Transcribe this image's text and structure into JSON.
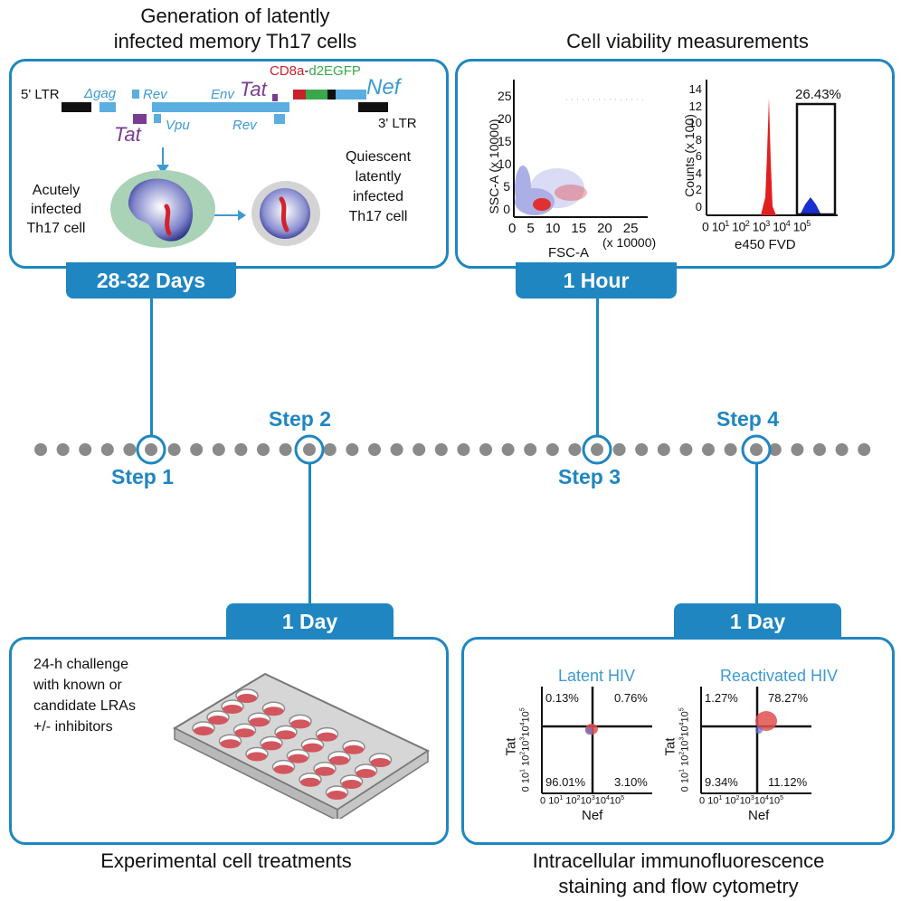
{
  "titles": {
    "generation_line1": "Generation of latently",
    "generation_line2": "infected memory Th17 cells",
    "viability": "Cell viability measurements",
    "treatments": "Experimental cell treatments",
    "staining_line1": "Intracellular immunofluorescence",
    "staining_line2": "staining and flow cytometry"
  },
  "durations": {
    "step1": "28-32 Days",
    "step3": "1 Hour",
    "step2": "1 Day",
    "step4": "1 Day"
  },
  "steps": {
    "s1": "Step 1",
    "s2": "Step 2",
    "s3": "Step 3",
    "s4": "Step 4"
  },
  "genome": {
    "ltr5": "5' LTR",
    "ltr3": "3' LTR",
    "gag": "Δgag",
    "rev1": "Rev",
    "env": "Env",
    "tat_top": "Tat",
    "cd8a": "CD8a",
    "dash": "-",
    "egfp": "d2EGFP",
    "nef": "Nef",
    "tat_bottom": "Tat",
    "vpu": "Vpu",
    "rev2": "Rev",
    "colors": {
      "gene": "#5aaee0",
      "tat": "#7a3b93",
      "cd8": "#c8202a",
      "gfp": "#3aa84a",
      "ltr": "#111111"
    }
  },
  "cells": {
    "acute_l1": "Acutely",
    "acute_l2": "infected",
    "acute_l3": "Th17 cell",
    "q_l1": "Quiescent",
    "q_l2": "latently",
    "q_l3": "infected",
    "q_l4": "Th17 cell"
  },
  "viability_plots": {
    "scatter": {
      "ylabel": "SSC-A",
      "yunit": "(x 10000)",
      "xlabel": "FSC-A",
      "xunit": "(x 10000)",
      "yticks": [
        "0",
        "5",
        "10",
        "15",
        "20",
        "25"
      ],
      "xticks": [
        "0",
        "5",
        "10",
        "15",
        "20",
        "25"
      ]
    },
    "histogram": {
      "ylabel": "Counts",
      "yunit": "(x 100)",
      "xlabel": "e450 FVD",
      "yticks": [
        "0",
        "2",
        "4",
        "6",
        "8",
        "10",
        "12",
        "14"
      ],
      "xticks": [
        "0",
        "10",
        "10",
        "10",
        "10",
        "10"
      ],
      "xexp": [
        "",
        "1",
        "2",
        "3",
        "4",
        "5"
      ],
      "gate_pct": "26.43%"
    }
  },
  "treatment_text": {
    "l1": "24-h challenge",
    "l2": "with known or",
    "l3": "candidate LRAs",
    "l4": "+/- inhibitors"
  },
  "flow": {
    "latent": {
      "title": "Latent HIV",
      "ul": "0.13%",
      "ur": "0.76%",
      "ll": "96.01%",
      "lr": "3.10%"
    },
    "reactivated": {
      "title": "Reactivated HIV",
      "ul": "1.27%",
      "ur": "78.27%",
      "ll": "9.34%",
      "lr": "11.12%"
    },
    "xlabel": "Nef",
    "ylabel": "Tat",
    "ticks": [
      "0",
      "10",
      "10",
      "10",
      "10",
      "10"
    ],
    "exps": [
      "",
      "1",
      "2",
      "3",
      "4",
      "5"
    ]
  }
}
